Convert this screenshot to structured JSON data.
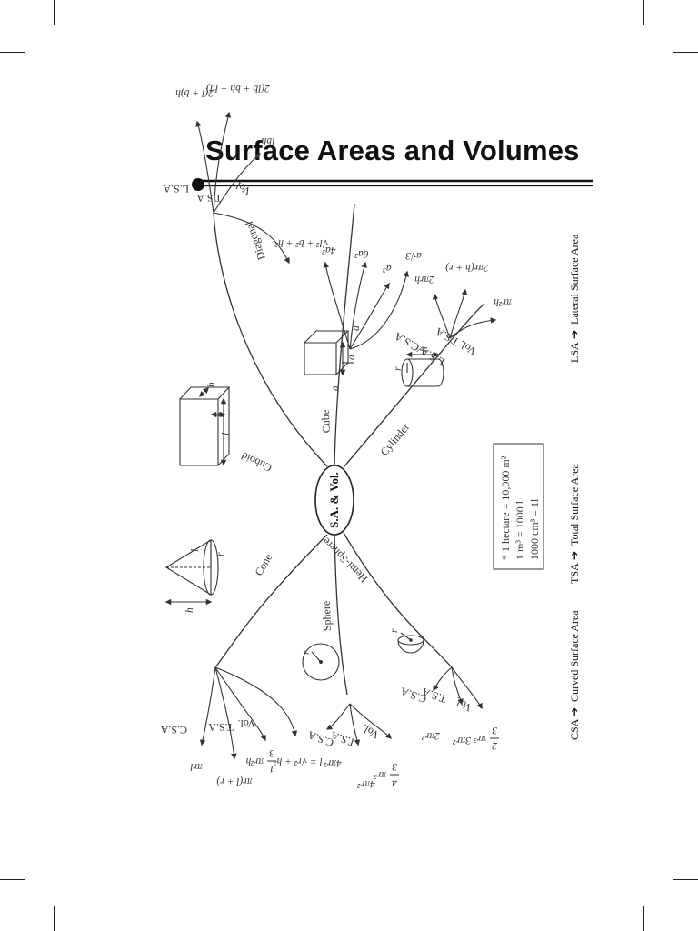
{
  "page": {
    "title": "Surface Areas and Volumes"
  },
  "center": {
    "label": "S.A. & Vol."
  },
  "branches": {
    "cuboid": {
      "name": "Cuboid",
      "dims": {
        "l": "l",
        "b": "b",
        "h": "h"
      },
      "items": [
        {
          "label": "L.S.A",
          "formula": "2(l + b)h"
        },
        {
          "label": "T.S.A",
          "formula": "2(lb + bh + hl)"
        },
        {
          "label": "Vol.",
          "formula": "lbh"
        },
        {
          "label": "Diagonal",
          "formula": "√l² + b² + h²"
        }
      ]
    },
    "cube": {
      "name": "Cube",
      "dims": {
        "a1": "a",
        "a2": "a",
        "a3": "a"
      },
      "items": [
        {
          "formula": "4a²"
        },
        {
          "formula": "6a²"
        },
        {
          "formula": "a³"
        },
        {
          "formula": "a√3"
        }
      ]
    },
    "cylinder": {
      "name": "Cylinder",
      "dims": {
        "r": "r",
        "h": "h"
      },
      "items": [
        {
          "label": "L.S.A/C.S.A",
          "formula": "2πrh"
        },
        {
          "label": "T.S.A",
          "formula": "2πr(h + r)"
        },
        {
          "label": "Vol.",
          "formula": "πr²h"
        }
      ]
    },
    "cone": {
      "name": "Cone",
      "dims": {
        "l": "l",
        "r": "r",
        "h": "h"
      },
      "items": [
        {
          "label": "C.S.A",
          "formula": "πrl"
        },
        {
          "label": "T.S.A",
          "formula": "πr(l + r)"
        },
        {
          "label": "Vol.",
          "formula_num": "1",
          "formula_den": "3",
          "formula_tail": "πr²h"
        },
        {
          "formula": "l = √r² + h²"
        }
      ]
    },
    "sphere": {
      "name": "Sphere",
      "dims": {
        "r": "r"
      },
      "items": [
        {
          "label": "C.S.A",
          "formula": "4πr²"
        },
        {
          "label": "T.S.A",
          "formula": "4πr²"
        },
        {
          "label": "Vol.",
          "formula_num": "4",
          "formula_den": "3",
          "formula_tail": "πr³"
        }
      ]
    },
    "hemisphere": {
      "name": "Hemi-Sphere",
      "dims": {
        "r": "r"
      },
      "items": [
        {
          "label": "C.S.A",
          "formula": "2πr²"
        },
        {
          "label": "T.S.A",
          "formula": "3πr²"
        },
        {
          "label": "Vol.",
          "formula_num": "2",
          "formula_den": "3",
          "formula_tail": "πr³"
        }
      ]
    }
  },
  "note": {
    "lines": [
      "* 1 hectare = 10,000 m²",
      "1 m³ = 1000 l",
      "1000 cm³ = 1l"
    ]
  },
  "legend": [
    {
      "abbr": "CSA",
      "text": "Curved Surface Area"
    },
    {
      "abbr": "TSA",
      "text": "Total Surface Area"
    },
    {
      "abbr": "LSA",
      "text": "Lateral Surface Area"
    }
  ]
}
